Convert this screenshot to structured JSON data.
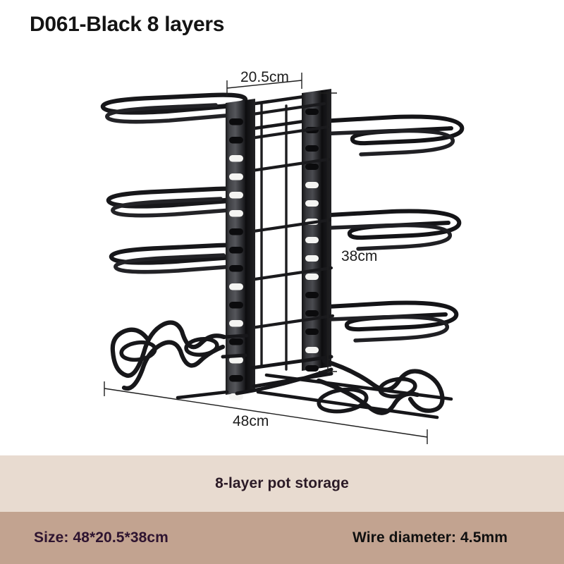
{
  "title": "D061-Black 8 layers",
  "background_color": "#ffffff",
  "product": {
    "name": "8-layer pot storage rack",
    "color": "#1b1b1b",
    "layers": 8,
    "post_count": 2,
    "slots_per_post": 16
  },
  "dimensions": {
    "width_label": "20.5cm",
    "height_label": "38cm",
    "depth_label": "48cm"
  },
  "banners": {
    "light": {
      "text": "8-layer pot storage",
      "background": "#e8dbd0",
      "text_color": "#2b1a26"
    },
    "dark": {
      "background": "#c2a390",
      "size_text": "Size: 48*20.5*38cm",
      "size_text_color": "#2e1430",
      "wire_text": "Wire diameter: 4.5mm",
      "wire_text_color": "#101010"
    }
  }
}
